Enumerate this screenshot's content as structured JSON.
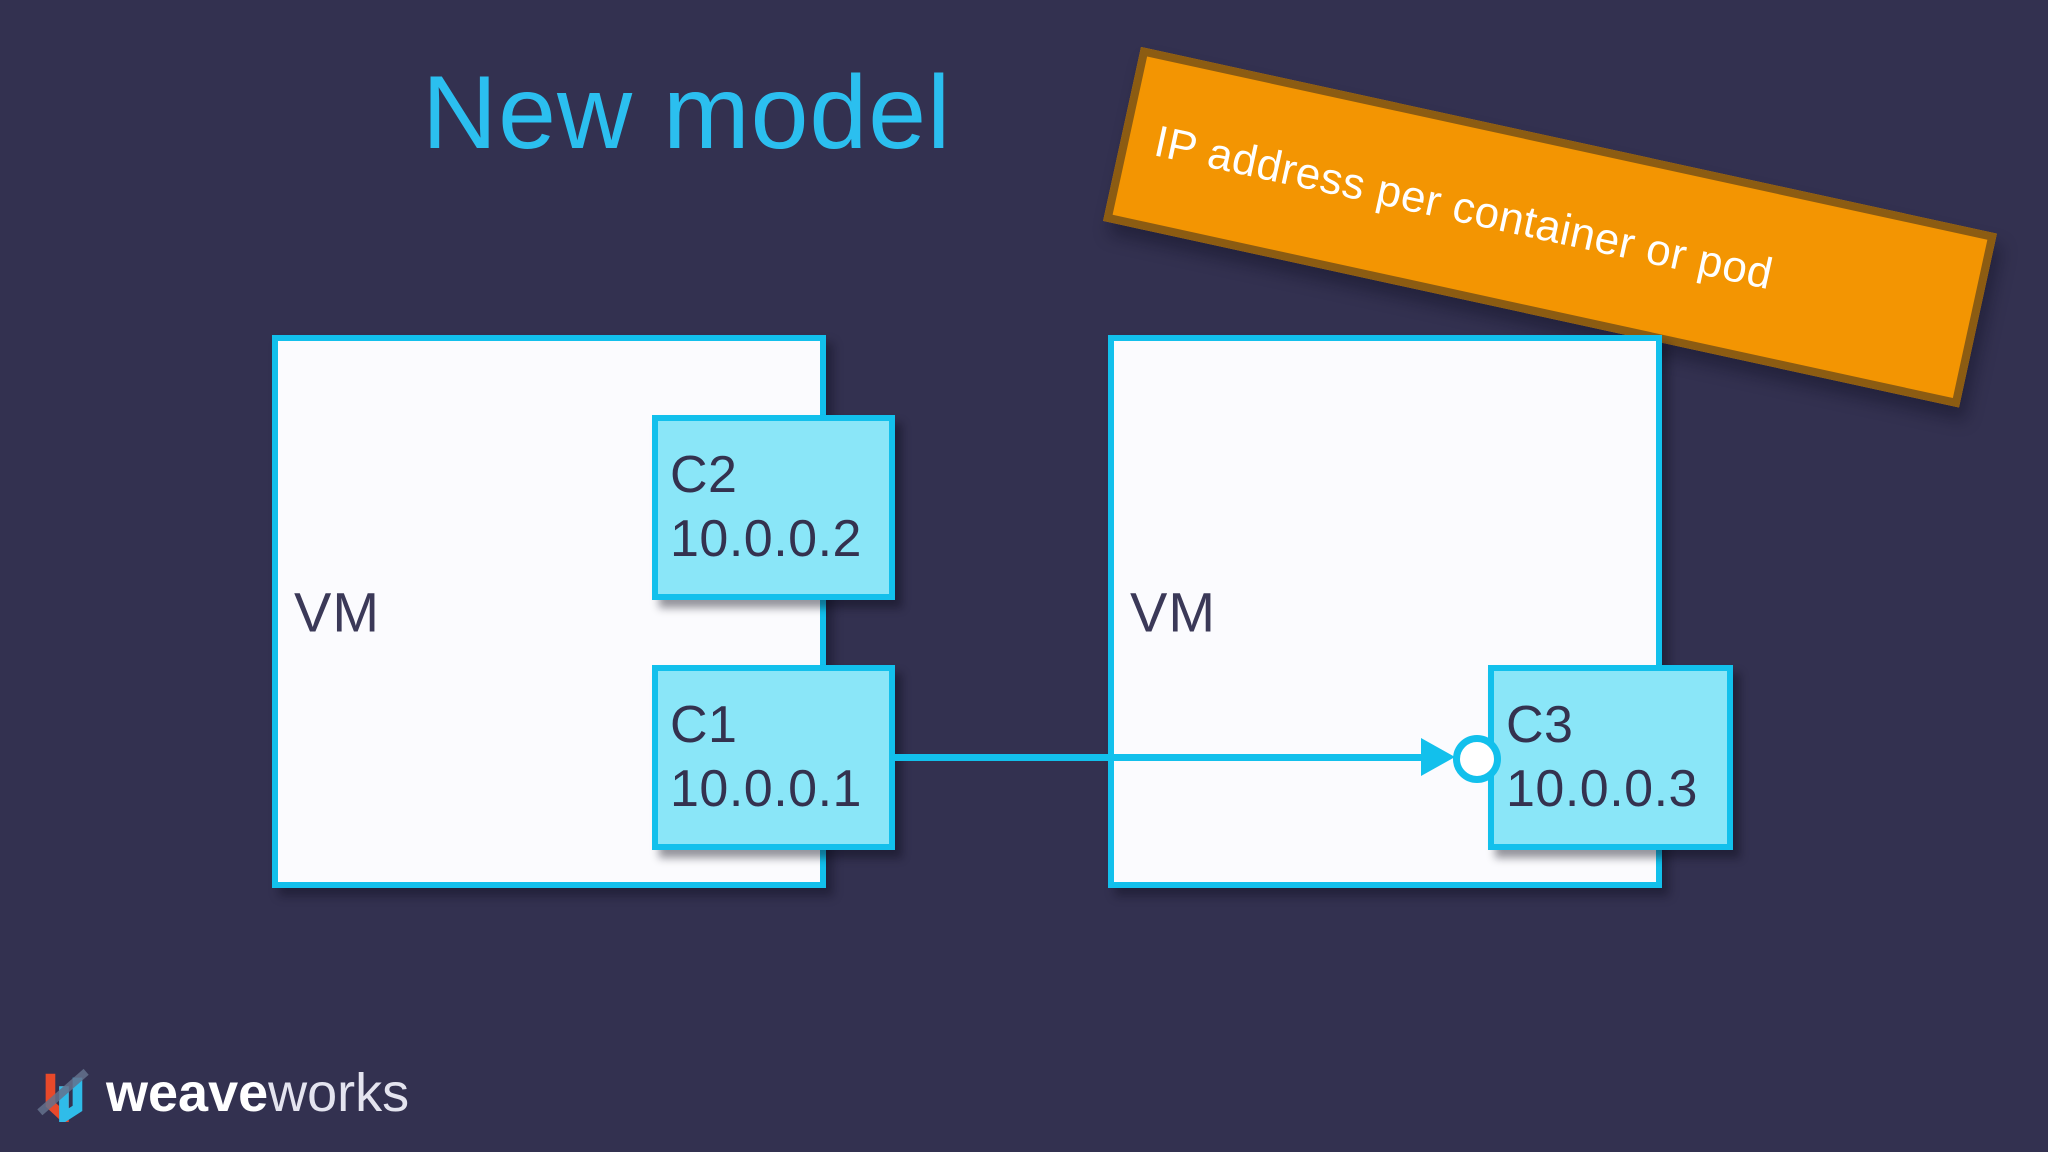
{
  "title": "New model",
  "banner": {
    "text": "IP address per container or pod"
  },
  "diagram": {
    "vm_left": {
      "label": "VM"
    },
    "vm_right": {
      "label": "VM"
    },
    "c2": {
      "name": "C2",
      "ip": "10.0.0.2"
    },
    "c1": {
      "name": "C1",
      "ip": "10.0.0.1"
    },
    "c3": {
      "name": "C3",
      "ip": "10.0.0.3"
    }
  },
  "logo": {
    "bold": "weave",
    "light": "works"
  },
  "colors": {
    "background": "#333150",
    "title_cyan": "#2BBFEF",
    "accent_cyan": "#12C0EC",
    "container_fill": "#8AE6F8",
    "vm_fill": "#FBFBFE",
    "banner_fill": "#F39502",
    "banner_border": "#8C5C12",
    "dark_text": "#34324F",
    "logo_red": "#E8492A",
    "logo_blue": "#2FBCE9",
    "logo_slash": "#64718C"
  }
}
